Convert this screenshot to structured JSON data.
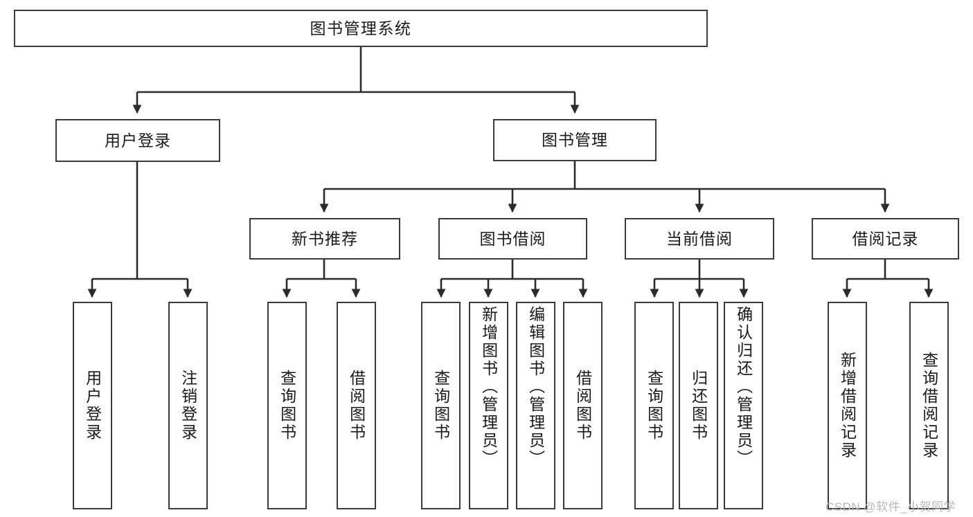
{
  "diagram": {
    "title": "图书管理系统",
    "type": "hierarchy-tree",
    "colors": {
      "box_border": "#3a3a3a",
      "box_fill": "#ffffff",
      "edge": "#2b2b2b",
      "text": "#1a1a1a",
      "watermark": "#b8b8b8"
    },
    "levels": {
      "root": "图书管理系统",
      "level2": [
        "用户登录",
        "图书管理"
      ],
      "level3": [
        "新书推荐",
        "图书借阅",
        "当前借阅",
        "借阅记录"
      ]
    },
    "nodes": {
      "root": "图书管理系统",
      "user_login": "用户登录",
      "book_manage": "图书管理",
      "new_book_rec": "新书推荐",
      "book_borrow": "图书借阅",
      "current_borrow": "当前借阅",
      "borrow_record": "借阅记录",
      "leaf_user_login": "用户登录",
      "leaf_user_logout": "注销登录",
      "leaf_query_book_1": "查询图书",
      "leaf_borrow_book_1": "借阅图书",
      "leaf_query_book_2": "查询图书",
      "leaf_add_book": "新增图书（管理员）",
      "leaf_edit_book": "编辑图书（管理员）",
      "leaf_borrow_book_2": "借阅图书",
      "leaf_query_book_3": "查询图书",
      "leaf_return_book": "归还图书",
      "leaf_confirm_return": "确认归还（管理员）",
      "leaf_add_record": "新增借阅记录",
      "leaf_query_record": "查询借阅记录"
    },
    "watermark": "CSDN @软件_小贺同学"
  }
}
